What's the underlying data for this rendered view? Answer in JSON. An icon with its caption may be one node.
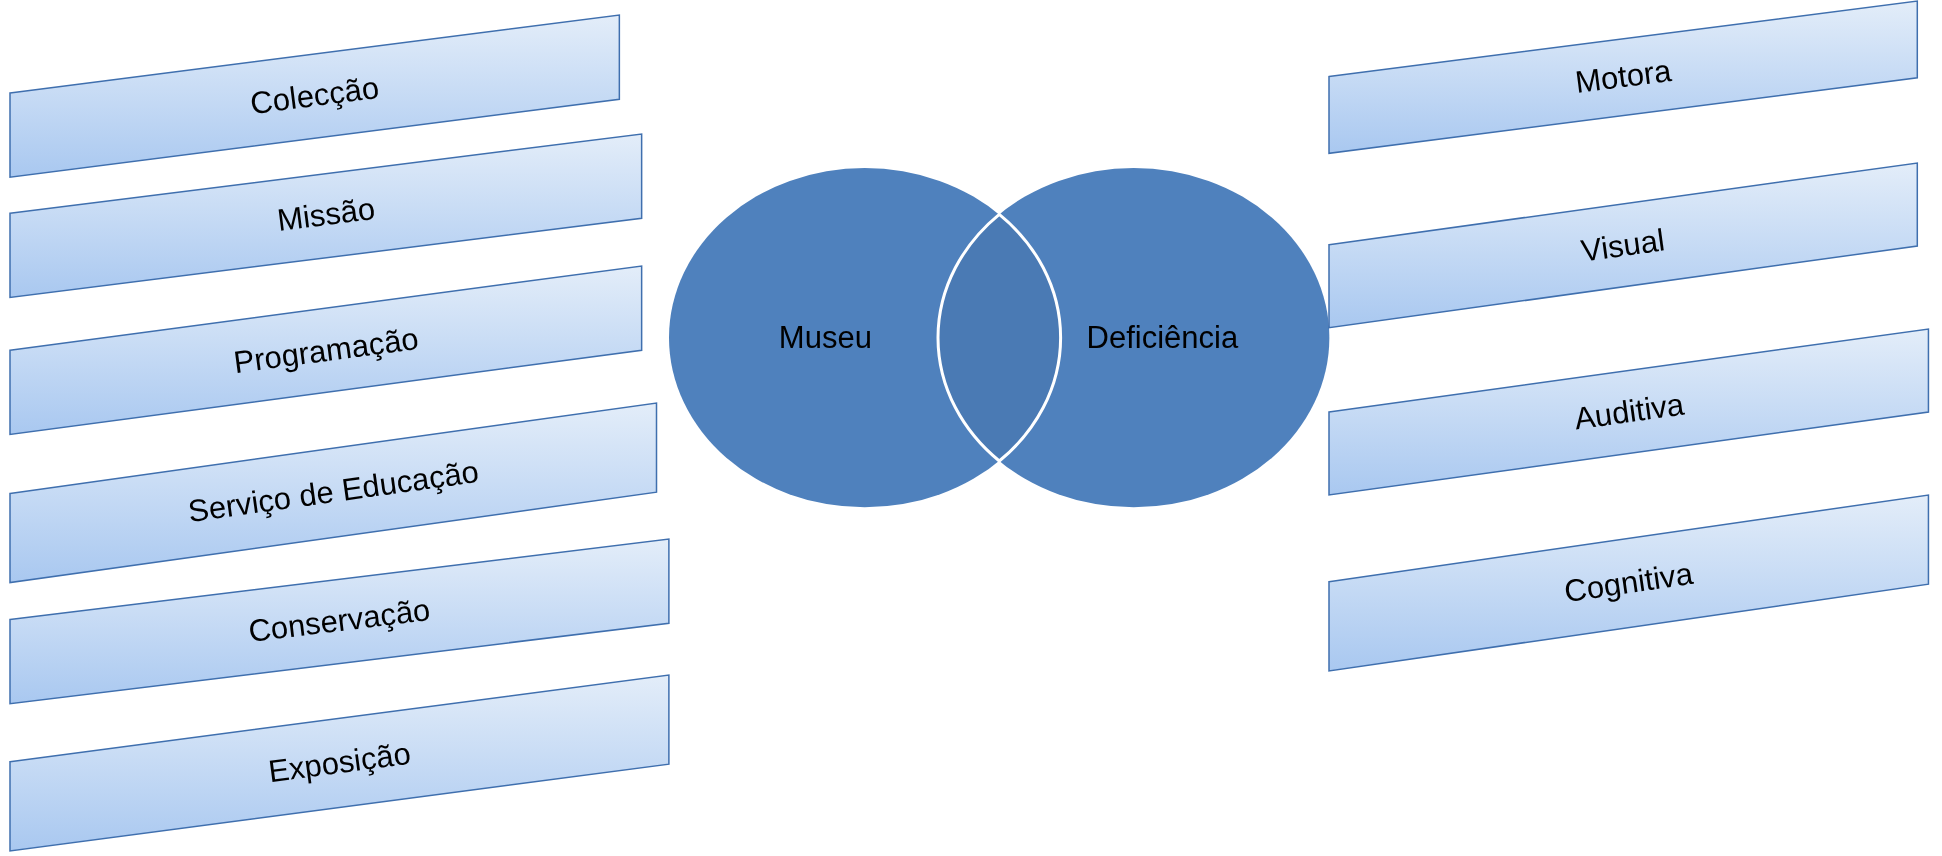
{
  "diagram": {
    "nodes": [
      {
        "text": [
          "Colecção"
        ]
      },
      {
        "text": [
          "Missão"
        ]
      },
      {
        "text": [
          "Programação"
        ]
      },
      {
        "text": [
          "Serviço de Educação"
        ]
      },
      {
        "text": [
          "Conservação"
        ]
      },
      {
        "text": [
          "Exposição"
        ]
      },
      {
        "text": [
          "Museu"
        ]
      },
      {
        "text": [
          "Deficiência"
        ]
      },
      {
        "text": [
          "Motora"
        ]
      },
      {
        "text": [
          "Visual"
        ]
      },
      {
        "text": [
          "Auditiva"
        ]
      },
      {
        "text": [
          "Cognitiva"
        ]
      }
    ]
  }
}
